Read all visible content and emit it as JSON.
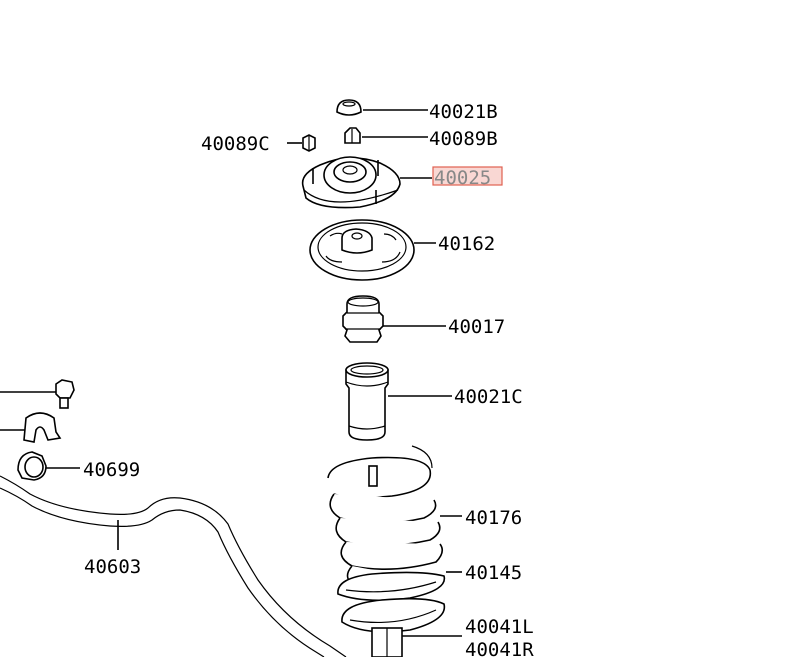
{
  "parts": {
    "p40021B": "40021B",
    "p40089B": "40089B",
    "p40089C": "40089C",
    "p40025": "40025",
    "p40162": "40162",
    "p40017": "40017",
    "p40021C": "40021C",
    "p40699": "40699",
    "p40603": "40603",
    "p40176": "40176",
    "p40145": "40145",
    "p40041L": "40041L",
    "p40041R": "40041R"
  },
  "highlight": {
    "part": "40025",
    "color": "#f9d7d3",
    "border": "#e06050"
  }
}
